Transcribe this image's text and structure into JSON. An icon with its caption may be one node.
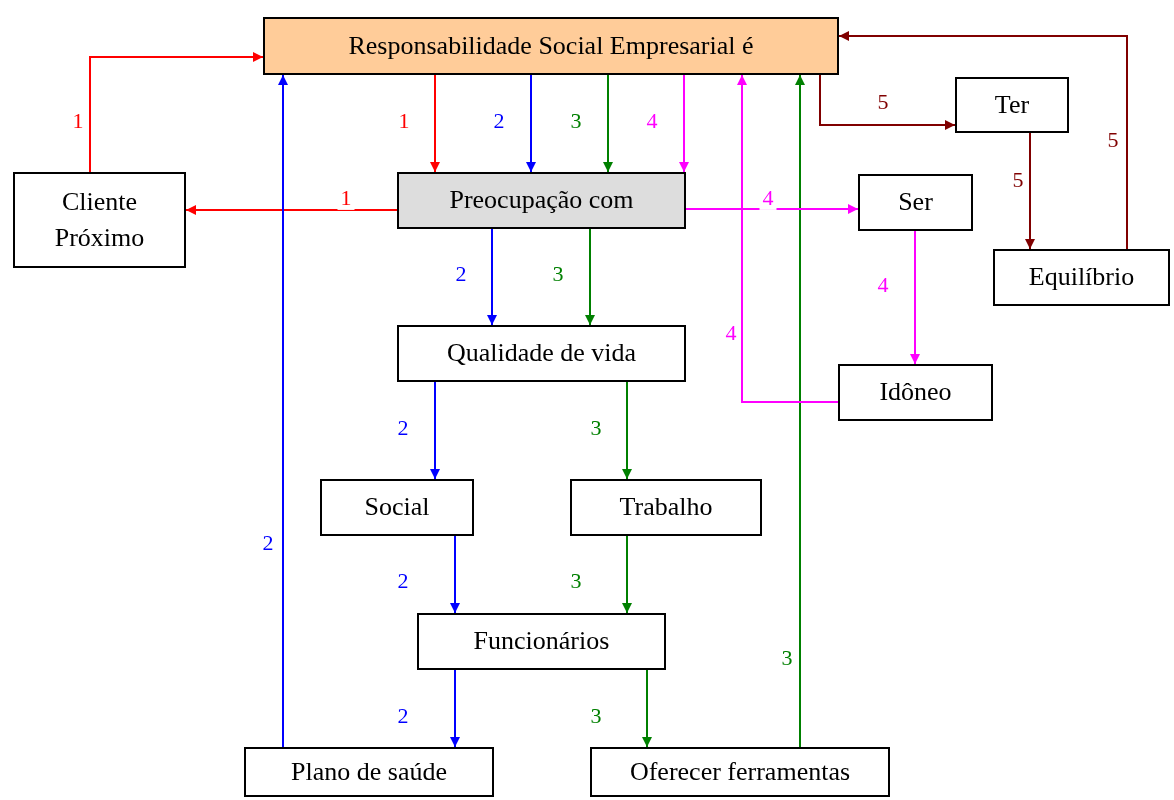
{
  "diagram": {
    "nodes": [
      {
        "text": [
          "Responsabilidade Social Empresarial é"
        ]
      },
      {
        "text": [
          "Cliente Próximo"
        ]
      },
      {
        "text": [
          "Preocupação com"
        ]
      },
      {
        "text": [
          "Ter"
        ]
      },
      {
        "text": [
          "Ser"
        ]
      },
      {
        "text": [
          "Equilíbrio"
        ]
      },
      {
        "text": [
          "Qualidade de vida"
        ]
      },
      {
        "text": [
          "Idôneo"
        ]
      },
      {
        "text": [
          "Social"
        ]
      },
      {
        "text": [
          "Trabalho"
        ]
      },
      {
        "text": [
          "Funcionários"
        ]
      },
      {
        "text": [
          "Plano de saúde"
        ]
      },
      {
        "text": [
          "Oferecer ferramentas"
        ]
      }
    ],
    "edges": [
      {
        "from": 0,
        "to": 2,
        "arrow": "to",
        "label": "1",
        "color": "#ff0000"
      },
      {
        "from": 2,
        "to": 1,
        "arrow": "to",
        "label": "1",
        "color": "#ff0000"
      },
      {
        "from": 1,
        "to": 0,
        "arrow": "to",
        "label": "1",
        "color": "#ff0000"
      },
      {
        "from": 0,
        "to": 2,
        "arrow": "to",
        "label": "2",
        "color": "#0000ff"
      },
      {
        "from": 2,
        "to": 6,
        "arrow": "to",
        "label": "2",
        "color": "#0000ff"
      },
      {
        "from": 6,
        "to": 8,
        "arrow": "to",
        "label": "2",
        "color": "#0000ff"
      },
      {
        "from": 8,
        "to": 10,
        "arrow": "to",
        "label": "2",
        "color": "#0000ff"
      },
      {
        "from": 10,
        "to": 11,
        "arrow": "to",
        "label": "2",
        "color": "#0000ff"
      },
      {
        "from": 11,
        "to": 0,
        "arrow": "to",
        "label": "2",
        "color": "#0000ff"
      },
      {
        "from": 0,
        "to": 2,
        "arrow": "to",
        "label": "3",
        "color": "#008000"
      },
      {
        "from": 2,
        "to": 6,
        "arrow": "to",
        "label": "3",
        "color": "#008000"
      },
      {
        "from": 6,
        "to": 9,
        "arrow": "to",
        "label": "3",
        "color": "#008000"
      },
      {
        "from": 9,
        "to": 10,
        "arrow": "to",
        "label": "3",
        "color": "#008000"
      },
      {
        "from": 10,
        "to": 12,
        "arrow": "to",
        "label": "3",
        "color": "#008000"
      },
      {
        "from": 12,
        "to": 0,
        "arrow": "to",
        "label": "3",
        "color": "#008000"
      },
      {
        "from": 0,
        "to": 2,
        "arrow": "to",
        "label": "4",
        "color": "#ff00ff"
      },
      {
        "from": 2,
        "to": 4,
        "arrow": "to",
        "label": "4",
        "color": "#ff00ff"
      },
      {
        "from": 4,
        "to": 7,
        "arrow": "to",
        "label": "4",
        "color": "#ff00ff"
      },
      {
        "from": 7,
        "to": 0,
        "arrow": "to",
        "label": "4",
        "color": "#ff00ff"
      },
      {
        "from": 0,
        "to": 3,
        "arrow": "to",
        "label": "5",
        "color": "#800000"
      },
      {
        "from": 3,
        "to": 5,
        "arrow": "to",
        "label": "5",
        "color": "#800000"
      },
      {
        "from": 5,
        "to": 0,
        "arrow": "to",
        "label": "5",
        "color": "#800000"
      }
    ]
  }
}
